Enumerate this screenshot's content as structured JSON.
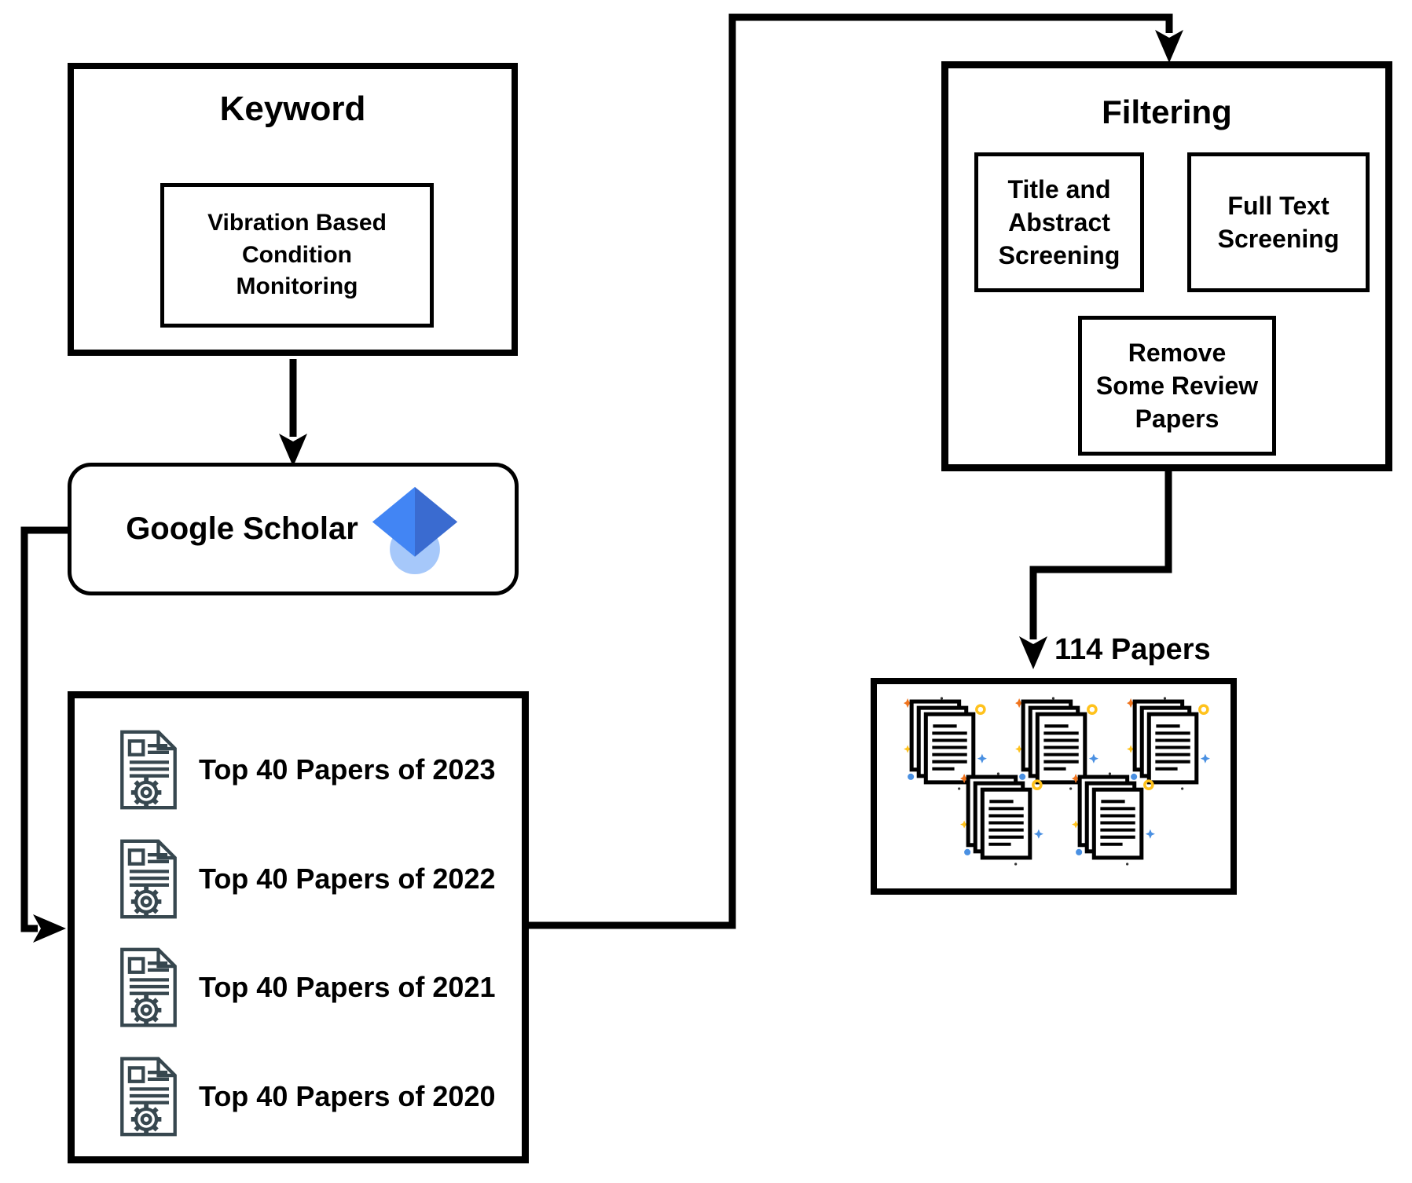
{
  "colors": {
    "line": "#000000",
    "icon-slate": "#37474F",
    "gs-left": "#4285F4",
    "gs-right": "#3A6BD0",
    "gs-circle": "#A6C8FA",
    "spark-orange": "#F0731C",
    "spark-yellow": "#FFC21C",
    "spark-blue": "#4A90E2"
  },
  "keyword_box": {
    "title": "Keyword",
    "term_lines": [
      "Vibration Based",
      "Condition",
      "Monitoring"
    ]
  },
  "google_scholar": {
    "label": "Google Scholar"
  },
  "results_box": {
    "items": [
      {
        "label": "Top 40 Papers of 2023"
      },
      {
        "label": "Top 40 Papers of 2022"
      },
      {
        "label": "Top 40 Papers of 2021"
      },
      {
        "label": "Top 40 Papers of 2020"
      }
    ]
  },
  "filtering_box": {
    "title": "Filtering",
    "steps": [
      {
        "lines": [
          "Title and",
          "Abstract",
          "Screening"
        ]
      },
      {
        "lines": [
          "Full Text",
          "Screening"
        ]
      },
      {
        "lines": [
          "Remove",
          "Some Review",
          "Papers"
        ]
      }
    ]
  },
  "papers_result": {
    "label": "114 Papers"
  }
}
